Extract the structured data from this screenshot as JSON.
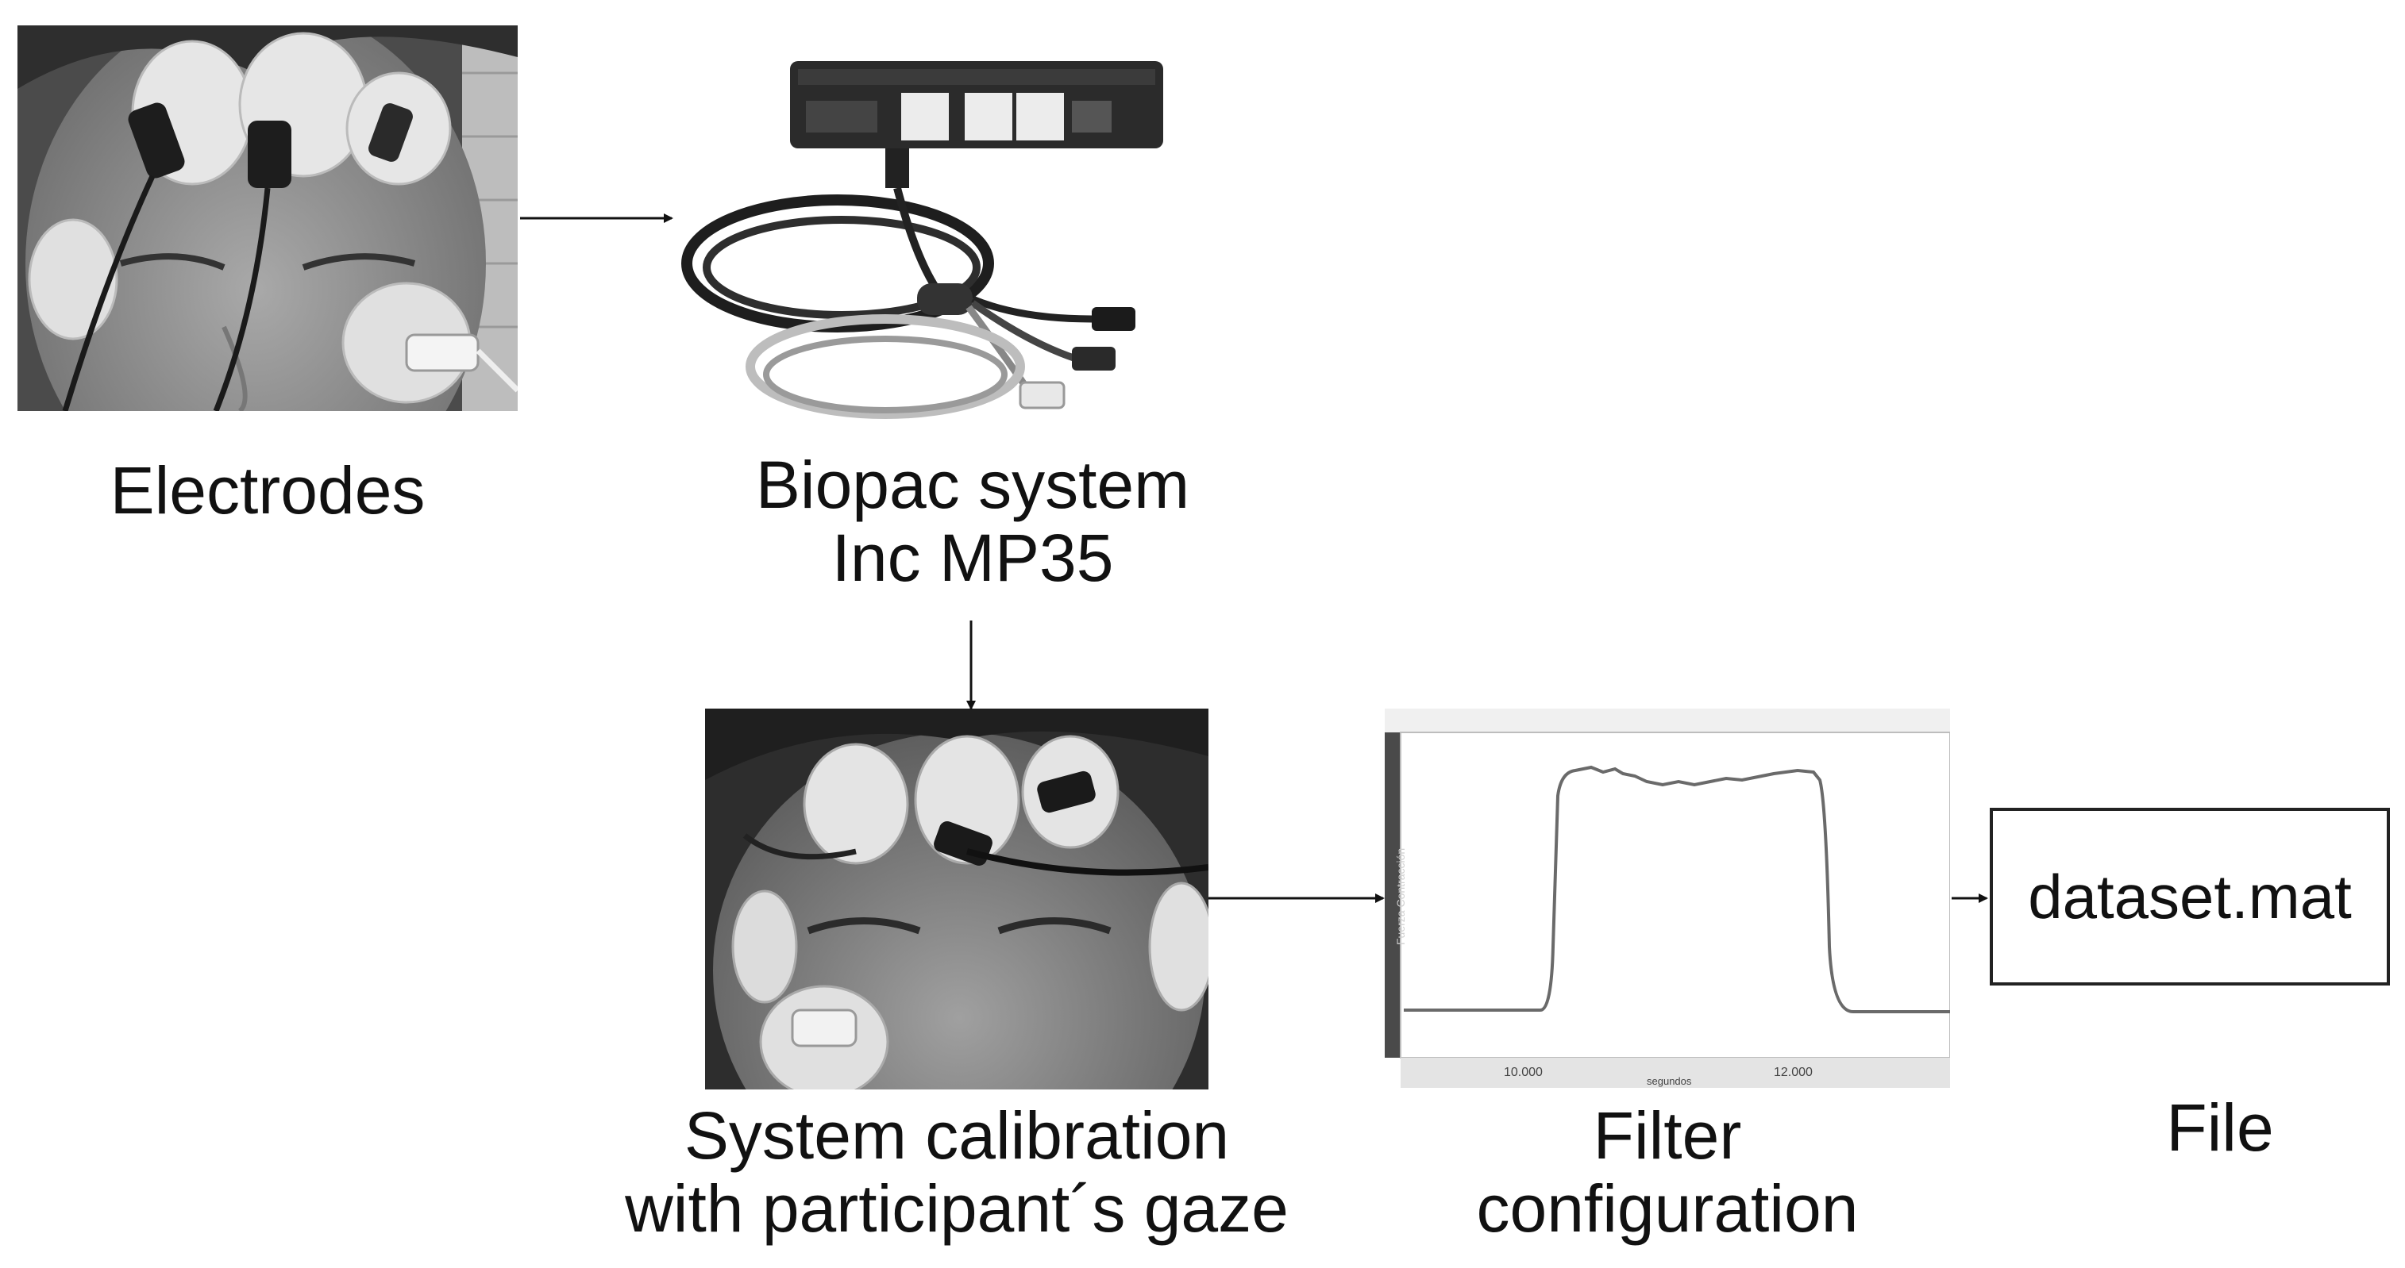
{
  "labels": {
    "electrodes": "Electrodes",
    "biopac_line1": "Biopac system",
    "biopac_line2": "Inc MP35",
    "calibration_line1": "System calibration",
    "calibration_line2": "with participant´s gaze",
    "filter_line1": "Filter",
    "filter_line2": "configuration",
    "file": "File"
  },
  "file_box": {
    "text": "dataset.mat"
  },
  "signal_plot": {
    "y_axis_label": "Fuerza Contracción",
    "x_axis_label": "segundos",
    "x_ticks": [
      "10.000",
      "12.000"
    ]
  },
  "colors": {
    "arrow": "#111111",
    "plot_left_bar": "#4a4a4a",
    "plot_frame": "#d8d8d8"
  }
}
